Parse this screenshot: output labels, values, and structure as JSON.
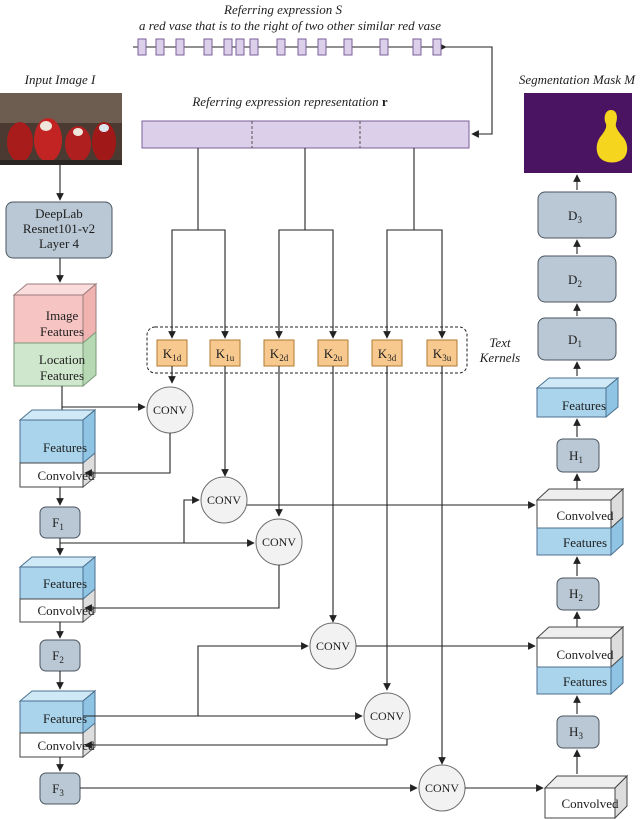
{
  "labels": {
    "referring_expression_title": "Referring expression S",
    "referring_expression_text": "a red vase that is to the right of two other similar red vase",
    "representation_title": "Referring expression representation",
    "representation_symbol": "r",
    "input_image_title": "Input Image I",
    "segmentation_title": "Segmentation Mask M",
    "text_kernels_line1": "Text",
    "text_kernels_line2": "Kernels"
  },
  "backbone": {
    "line1": "DeepLab",
    "line2": "Resnet101-v2",
    "line3": "Layer 4"
  },
  "feature_stack": {
    "image_line1": "Image",
    "image_line2": "Features",
    "location_line1": "Location",
    "location_line2": "Features"
  },
  "kernels": [
    {
      "base": "K",
      "sub": "1d"
    },
    {
      "base": "K",
      "sub": "1u"
    },
    {
      "base": "K",
      "sub": "2d"
    },
    {
      "base": "K",
      "sub": "2u"
    },
    {
      "base": "K",
      "sub": "3d"
    },
    {
      "base": "K",
      "sub": "3u"
    }
  ],
  "conv_label": "CONV",
  "cube_labels": {
    "features": "Features",
    "convolved": "Convolved"
  },
  "encoder_blocks": [
    {
      "base": "F",
      "sub": "1"
    },
    {
      "base": "F",
      "sub": "2"
    },
    {
      "base": "F",
      "sub": "3"
    }
  ],
  "h_blocks": [
    {
      "base": "H",
      "sub": "1"
    },
    {
      "base": "H",
      "sub": "2"
    },
    {
      "base": "H",
      "sub": "3"
    }
  ],
  "decoder_blocks": [
    {
      "base": "D",
      "sub": "3"
    },
    {
      "base": "D",
      "sub": "2"
    },
    {
      "base": "D",
      "sub": "1"
    }
  ],
  "colors": {
    "token": "#dccfe9",
    "kernel": "#f7c98f",
    "block": "#b9c8d4",
    "cube_blue": "#a9d4ec",
    "cube_pink": "#f6c4c2",
    "cube_green": "#cfe7cc",
    "mask_bg": "#4b1463",
    "mask_fg": "#f5d51e"
  }
}
